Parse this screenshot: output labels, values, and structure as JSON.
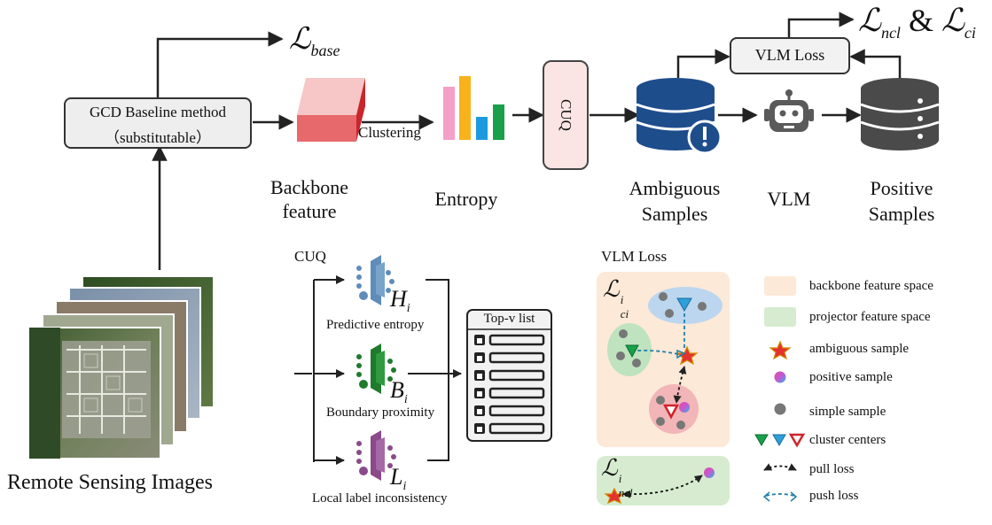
{
  "colors": {
    "cuq_panel_bg": "#f6dedd",
    "loss_panel_bg": "#ffffff",
    "backbone_space": "#fce9d8",
    "projector_space": "#d6ebcf",
    "arrow": "#222222",
    "db_blue": "#1e4d8c",
    "db_gray": "#4a4a4a",
    "push_loss": "#1f7fa8",
    "bar_pink": "#f4a0c8",
    "bar_orange": "#f7b21c",
    "bar_blue": "#1b9ae0",
    "bar_green": "#1aa04a"
  },
  "top": {
    "l_base": "ℒ",
    "l_base_sub": "base",
    "l_ncl": "ℒ",
    "l_ncl_sub": "ncl",
    "amp": "&",
    "l_ci": "ℒ",
    "l_ci_sub": "ci",
    "vlm_loss_box": "VLM Loss",
    "gcd_line1": "GCD Baseline method",
    "gcd_line2": "（substitutable）",
    "clustering": "Clustering",
    "cuq_vertical": "CUQ",
    "backbone_line1": "Backbone",
    "backbone_line2": "feature",
    "entropy": "Entropy",
    "ambiguous_line1": "Ambiguous",
    "ambiguous_line2": "Samples",
    "vlm": "VLM",
    "positive_line1": "Positive",
    "positive_line2": "Samples",
    "remote_sensing": "Remote Sensing Images"
  },
  "cuq_panel": {
    "title": "CUQ",
    "h_symbol": "H",
    "h_sub": "i",
    "h_label": "Predictive entropy",
    "b_symbol": "B",
    "b_sub": "i",
    "b_label": "Boundary proximity",
    "l_symbol": "L",
    "l_sub": "i",
    "l_label": "Local label inconsistency",
    "topv_title": "Top-v list"
  },
  "vlm_loss_panel": {
    "title": "VLM Loss",
    "l_ci_symbol": "ℒ",
    "l_ci_sup": "i",
    "l_ci_sub": "ci",
    "l_ncl_symbol": "ℒ",
    "l_ncl_sup": "i",
    "l_ncl_sub": "ncl",
    "legend": [
      {
        "icon": "backbone-space-swatch",
        "label": "backbone feature space"
      },
      {
        "icon": "projector-space-swatch",
        "label": "projector feature space"
      },
      {
        "icon": "red-star-icon",
        "label": "ambiguous sample"
      },
      {
        "icon": "gradient-circle-icon",
        "label": "positive sample"
      },
      {
        "icon": "gray-circle-icon",
        "label": "simple sample"
      },
      {
        "icon": "triangles-icon",
        "label": "cluster centers"
      },
      {
        "icon": "pull-arrow-icon",
        "label": "pull loss"
      },
      {
        "icon": "push-arrow-icon",
        "label": "push loss"
      }
    ]
  }
}
